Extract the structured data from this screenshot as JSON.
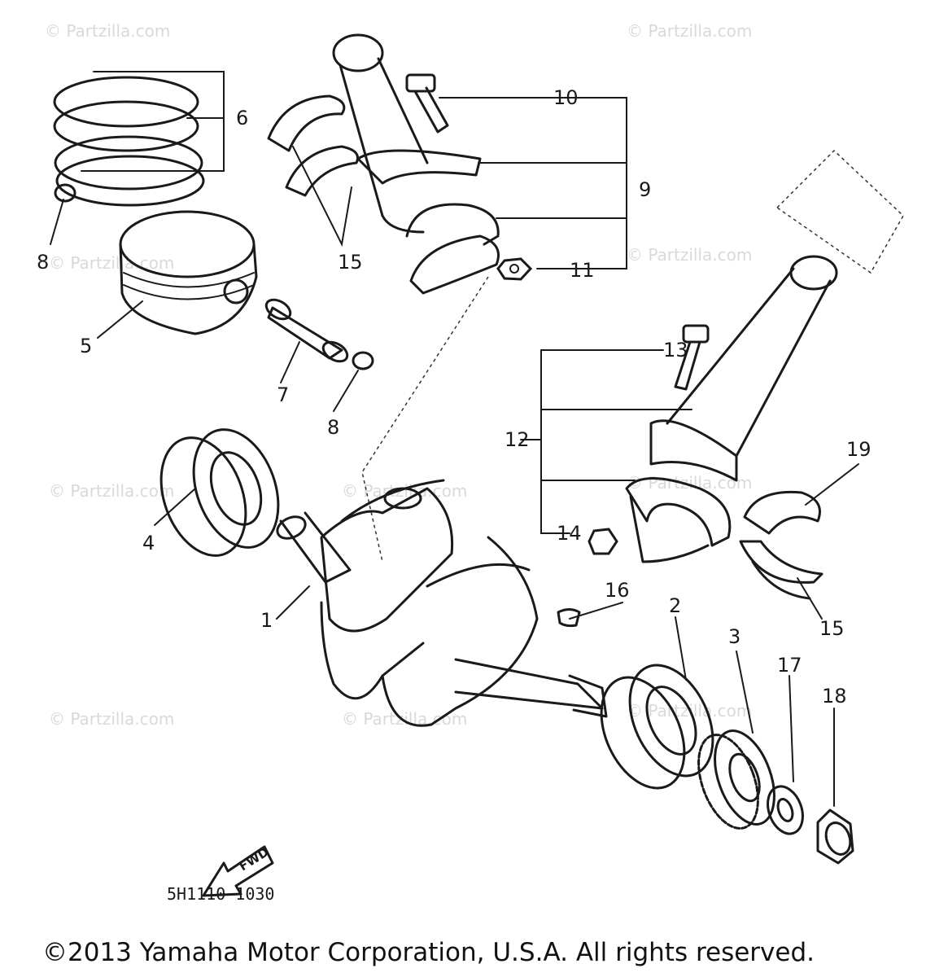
{
  "watermark": "© Partzilla.com",
  "diagram_code": "5H1110-1030",
  "fwd_label": "FWD",
  "copyright": "©2013 Yamaha Motor Corporation, U.S.A. All rights reserved.",
  "callouts": [
    "1",
    "2",
    "3",
    "4",
    "5",
    "6",
    "7",
    "8",
    "8",
    "9",
    "10",
    "11",
    "12",
    "13",
    "14",
    "15",
    "15",
    "16",
    "17",
    "18",
    "19"
  ]
}
